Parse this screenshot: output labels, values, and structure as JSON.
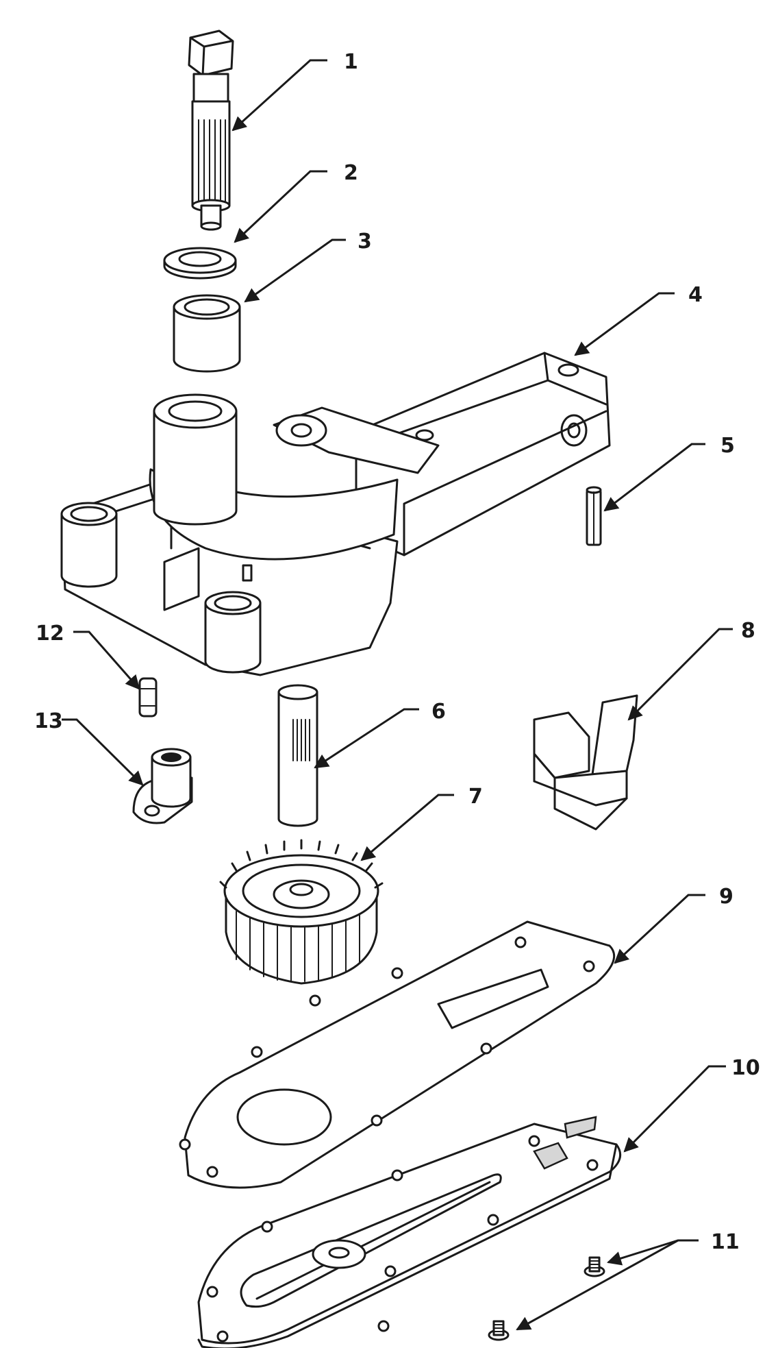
{
  "parts": [
    {
      "number": "1",
      "icon": "splined-shaft-with-hex-head"
    },
    {
      "number": "2",
      "icon": "flat-washer"
    },
    {
      "number": "3",
      "icon": "bushing-sleeve"
    },
    {
      "number": "4",
      "icon": "gear-housing"
    },
    {
      "number": "5",
      "icon": "roll-pin"
    },
    {
      "number": "6",
      "icon": "splined-pin-shaft"
    },
    {
      "number": "7",
      "icon": "spur-gear"
    },
    {
      "number": "8",
      "icon": "u-channel-clip"
    },
    {
      "number": "9",
      "icon": "gasket"
    },
    {
      "number": "10",
      "icon": "cover-plate"
    },
    {
      "number": "11",
      "icon": "screws"
    },
    {
      "number": "12",
      "icon": "dowel-pin"
    },
    {
      "number": "13",
      "icon": "flanged-bearing-bracket"
    }
  ],
  "colors": {
    "ink": "#1a1a1a",
    "paper": "#ffffff"
  }
}
